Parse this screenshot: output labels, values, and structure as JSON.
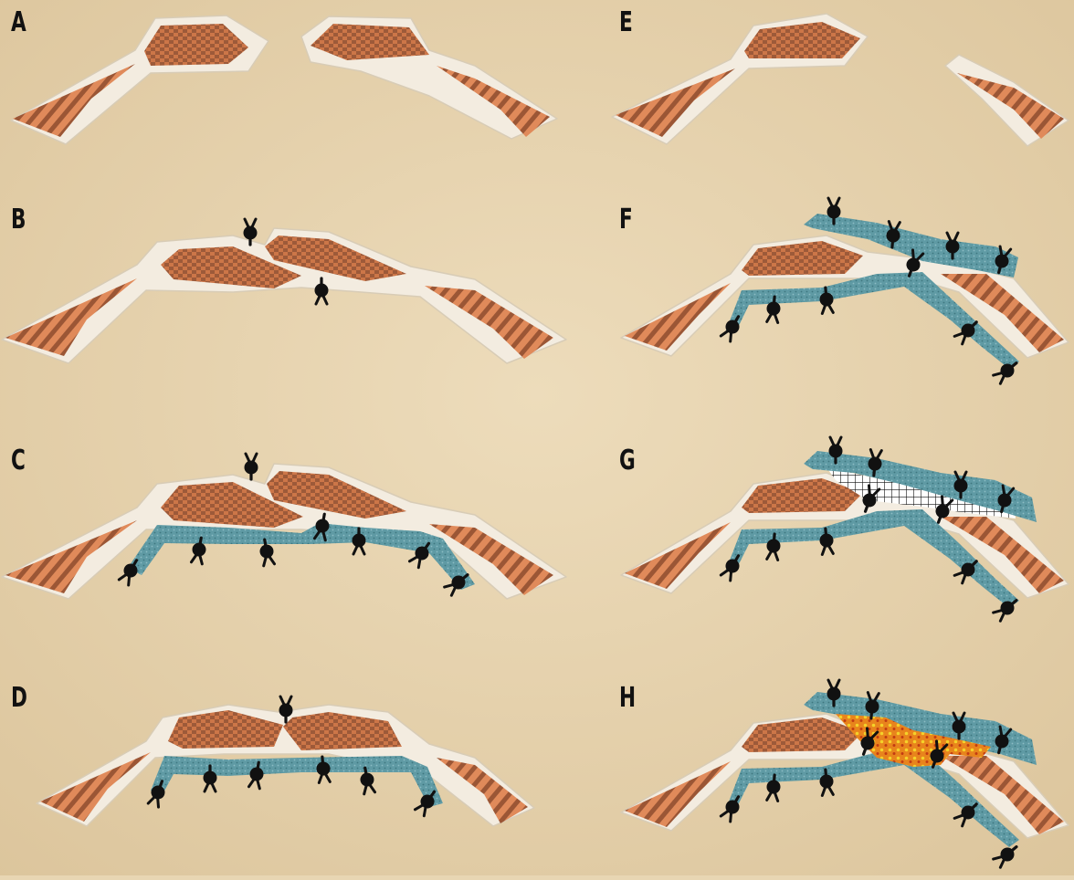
{
  "panels": [
    {
      "label": "A"
    },
    {
      "label": "B"
    },
    {
      "label": "C"
    },
    {
      "label": "D"
    },
    {
      "label": "E"
    },
    {
      "label": "F"
    },
    {
      "label": "G"
    },
    {
      "label": "H"
    }
  ],
  "colors": {
    "background": "#e8d6b3",
    "bone_casing": "#f3ece0",
    "bone_outline": "#d8ccb6",
    "checker_bone_a": "#cc7648",
    "checker_bone_b": "#9d5a39",
    "striped_bone_a": "#e08a5a",
    "striped_bone_b": "#9b5635",
    "teal_layer": "#5f9aa4",
    "teal_dark": "#3e7780",
    "marker": "#111111",
    "grid_fill": "#ffffff",
    "grid_line": "#111111",
    "orange_fill": "#e8841c",
    "orange_dots": "#f4d22a"
  }
}
